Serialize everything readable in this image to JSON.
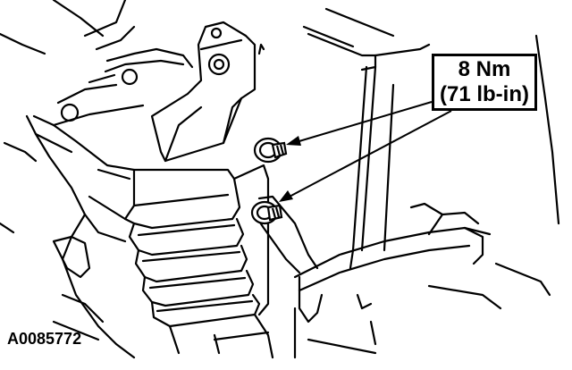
{
  "callout": {
    "torque_nm": "8 Nm",
    "torque_lbin": "(71 lb-in)"
  },
  "figure_id": "A0085772",
  "colors": {
    "ink": "#000000",
    "paper": "#ffffff"
  },
  "fasteners": {
    "count": 2,
    "icon": "bolt-icon"
  }
}
